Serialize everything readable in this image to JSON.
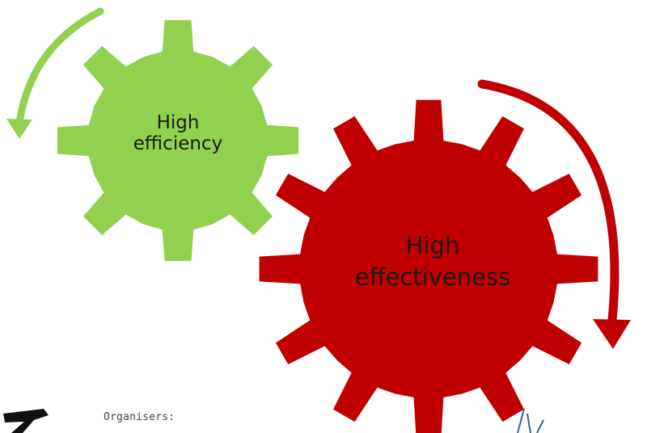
{
  "gears": [
    {
      "lines": [
        "High",
        "efficiency"
      ],
      "color": "#92d050"
    },
    {
      "lines": [
        "High",
        "effectiveness"
      ],
      "color": "#c00000"
    }
  ],
  "arrows": [
    {
      "direction": "counter-clockwise",
      "color": "#92d050"
    },
    {
      "direction": "clockwise",
      "color": "#c00000"
    }
  ],
  "footer": {
    "organisers_label": "Organisers:"
  }
}
